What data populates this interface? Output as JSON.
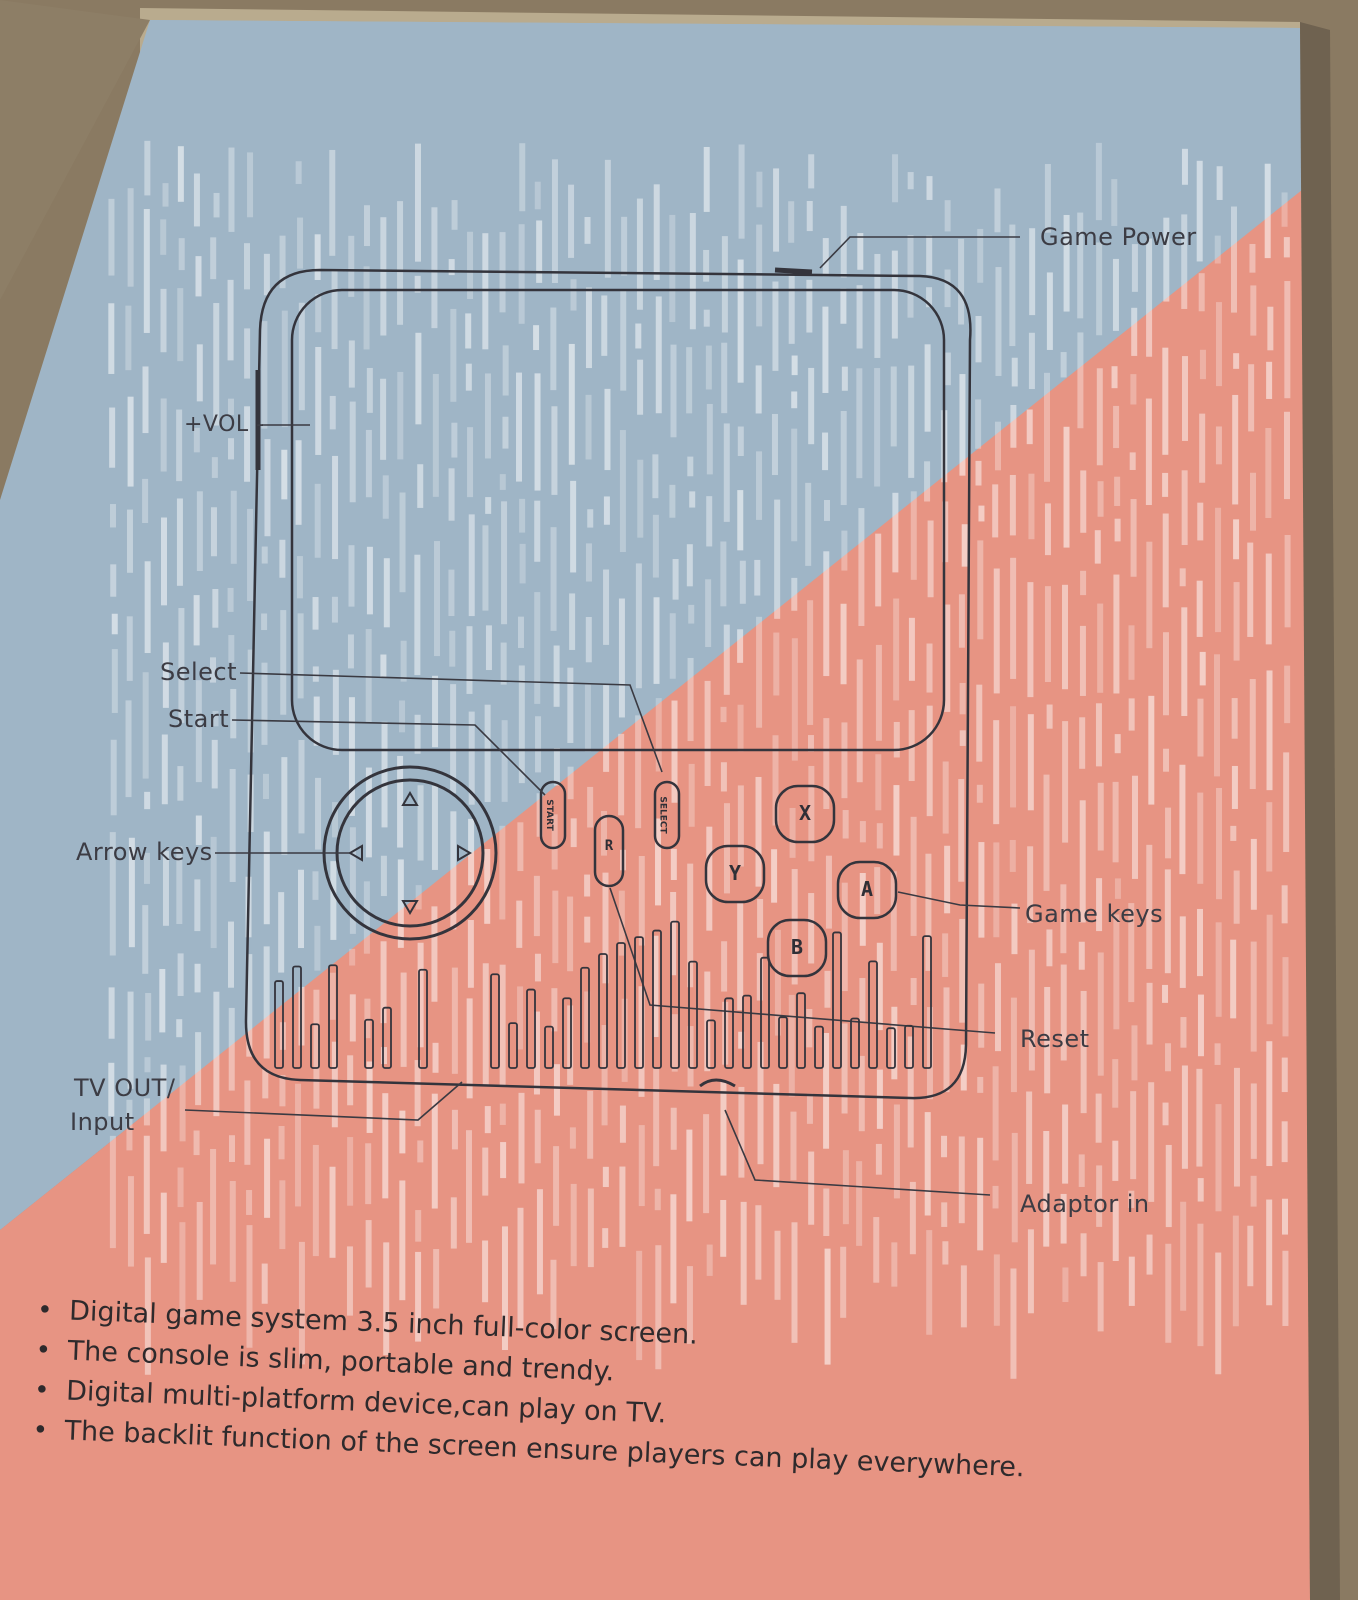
{
  "labels": {
    "game_power": "Game Power",
    "vol": "+VOL -",
    "select": "Select",
    "start": "Start",
    "arrow_keys": "Arrow keys",
    "game_keys": "Game keys",
    "reset": "Reset",
    "tv_out_line1": "TV OUT/",
    "tv_out_line2": "Input",
    "adaptor_in": "Adaptor in"
  },
  "buttons": {
    "x": "X",
    "y": "Y",
    "a": "A",
    "b": "B",
    "r": "R",
    "start": "START",
    "select": "SELECT"
  },
  "features": [
    "Digital game system 3.5 inch full-color screen.",
    "The console is slim, portable and trendy.",
    "Digital multi-platform device,can play on TV.",
    "The backlit function of the screen ensure players can play everywhere."
  ],
  "colors": {
    "blue_panel": "#9fb5c6",
    "pink_panel": "#e79483",
    "line": "#34343c"
  }
}
